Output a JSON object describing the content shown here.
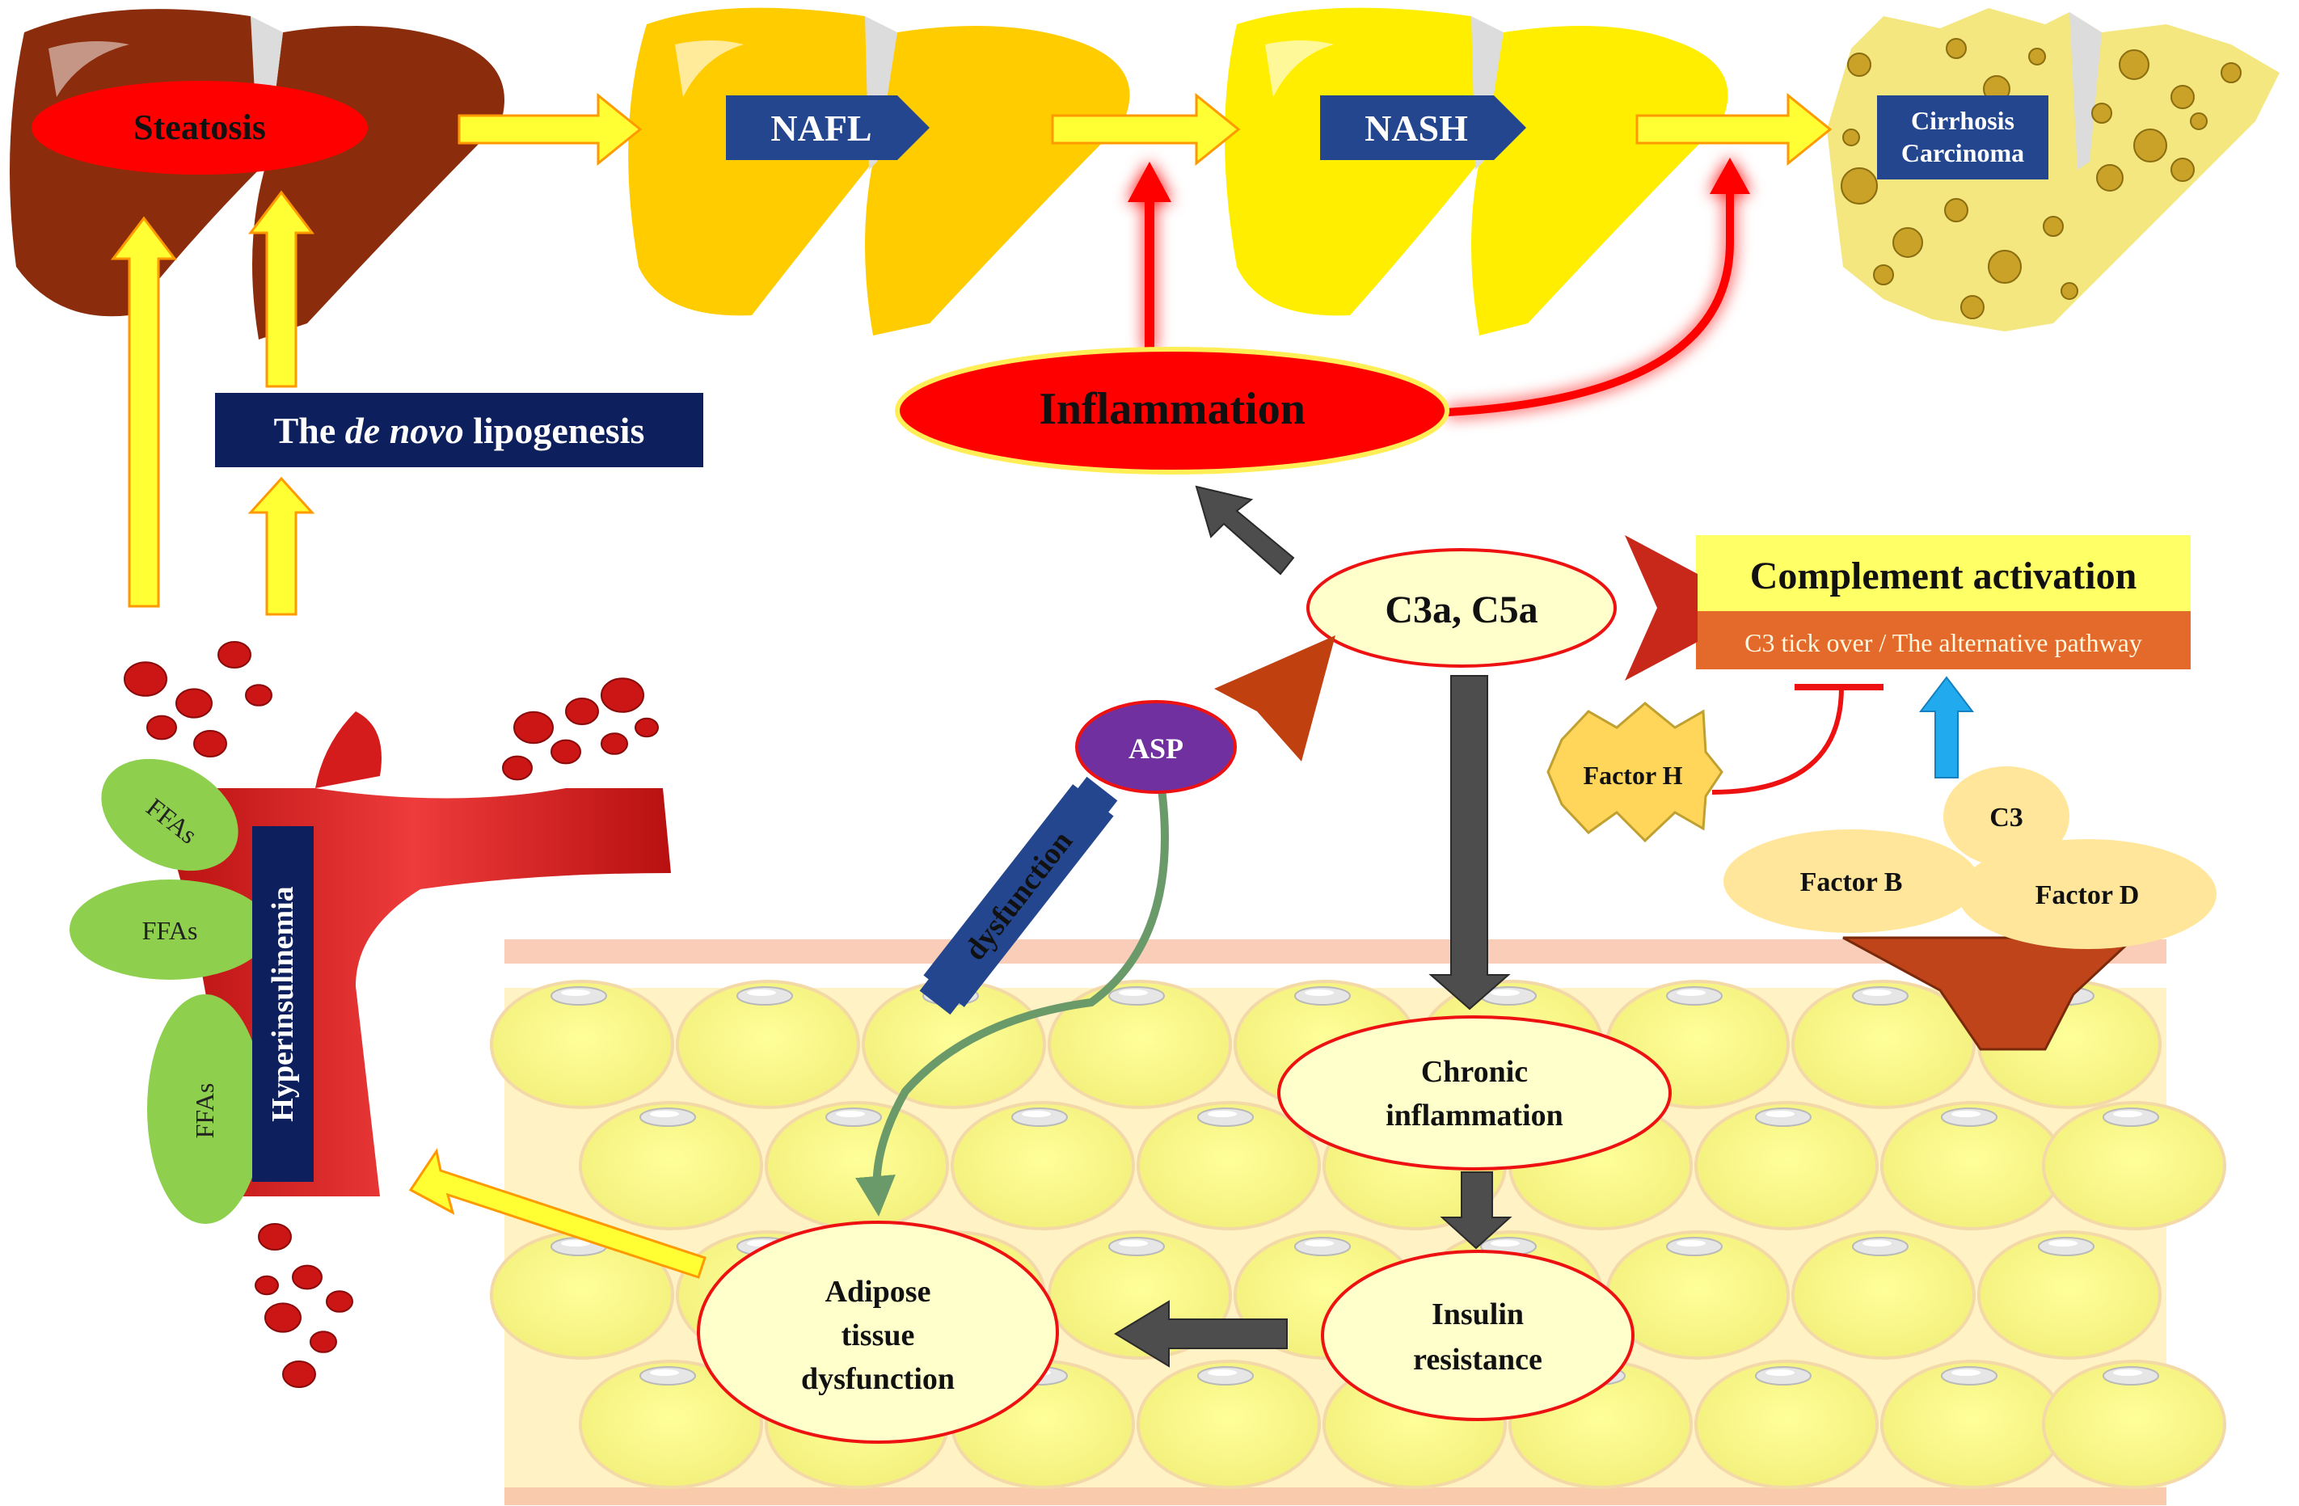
{
  "stages": {
    "steatosis": "Steatosis",
    "nafl": "NAFL",
    "nash": "NASH",
    "cirrhosis_line1": "Cirrhosis",
    "cirrhosis_line2": "Carcinoma"
  },
  "lipogenesis": {
    "prefix": "The ",
    "italic": "de novo",
    "suffix": " lipogenesis"
  },
  "inflammation": "Inflammation",
  "anaphylatoxins": "C3a, C5a",
  "complement": {
    "title": "Complement activation",
    "subtitle": "C3 tick over / The alternative pathway"
  },
  "factors": {
    "factor_h": "Factor  H",
    "c3": "C3",
    "factor_b": "Factor  B",
    "factor_d": "Factor  D"
  },
  "asp": "ASP",
  "dysfunction": "dysfunction",
  "vessel": {
    "ffa_label": "FFAs",
    "hyperinsulinemia": "Hyperinsulinemia"
  },
  "adipose_nodes": {
    "chronic_line1": "Chronic",
    "chronic_line2": "inflammation",
    "insulin_line1": "Insulin",
    "insulin_line2": "resistance",
    "adipose_line1": "Adipose",
    "adipose_line2": "tissue",
    "adipose_line3": "dysfunction"
  },
  "colors": {
    "yellow_arrow": "#ffff33",
    "red": "#ee1111",
    "navy": "#0d1f5c",
    "blue_tag": "#23468f",
    "gray_arrow": "#4d4d4d",
    "cream": "#ffffcc",
    "complement_yellow": "#ffff66",
    "complement_orange": "#e36a2a",
    "green_ffa": "#8ecf4e",
    "asp_purple": "#7030a0",
    "factor_fill": "#ffe69a"
  }
}
